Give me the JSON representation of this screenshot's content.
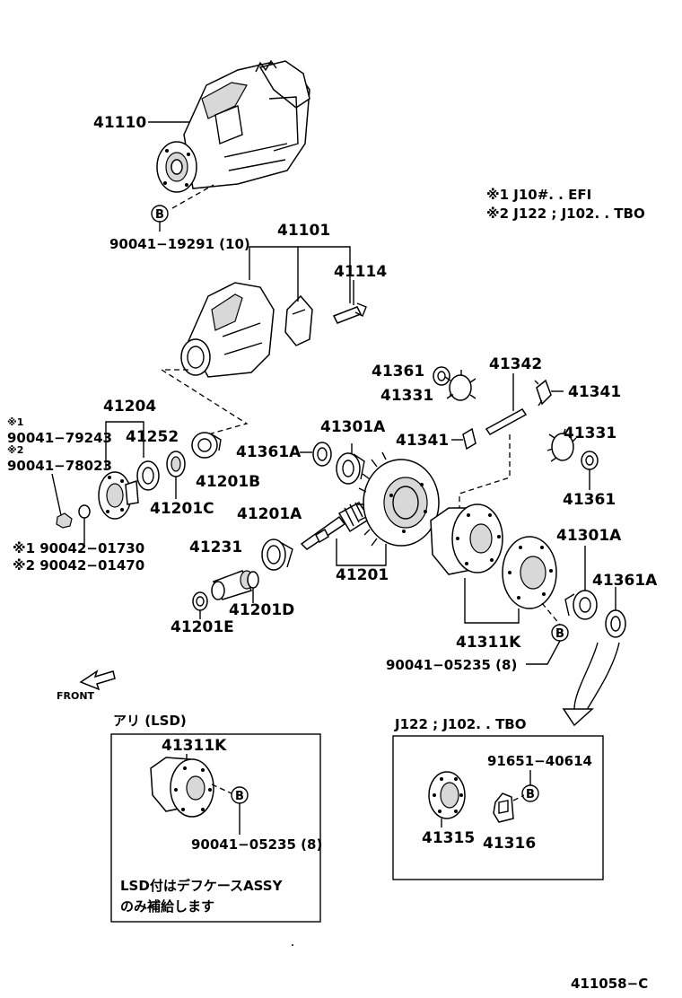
{
  "notes": {
    "note1": "※1 J10#. . EFI",
    "note2": "※2 J122 ; J102. . TBO"
  },
  "bolt_mark": "B",
  "parts": {
    "p41110": "41110",
    "p90041_19291": "90041−19291 (10)",
    "p41101": "41101",
    "p41114": "41114",
    "p41361_top": "41361",
    "p41342": "41342",
    "p41331_top": "41331",
    "p41341_right": "41341",
    "p41204": "41204",
    "p41252": "41252",
    "p41301A_top": "41301A",
    "p41361A_left": "41361A",
    "p41341_left": "41341",
    "p41331_right": "41331",
    "n1a": "※1",
    "p90041_79243": "90041−79243",
    "n2a": "※2",
    "p90041_78023": "90041−78023",
    "p41201B": "41201B",
    "p41201C": "41201C",
    "p41201A": "41201A",
    "p41361_right": "41361",
    "p41231": "41231",
    "p90042_01730": "※1 90042−01730",
    "p90042_01470": "※2 90042−01470",
    "p41301A_right": "41301A",
    "p41361A_right": "41361A",
    "p41201": "41201",
    "p41201D": "41201D",
    "p41311K": "41311K",
    "p41201E": "41201E",
    "p90041_05235": "90041−05235 (8)"
  },
  "front_label": "FRONT",
  "lsd_box": {
    "title": "アリ (LSD)",
    "part": "41311K",
    "bolt": "90041−05235 (8)",
    "note_line1": "LSD付はデフケースASSY",
    "note_line2": "のみ補給します"
  },
  "tbo_box": {
    "title": "J122 ; J102. . TBO",
    "p91651": "91651−40614",
    "p41315": "41315",
    "p41316": "41316"
  },
  "drawing_id": "411058−C"
}
